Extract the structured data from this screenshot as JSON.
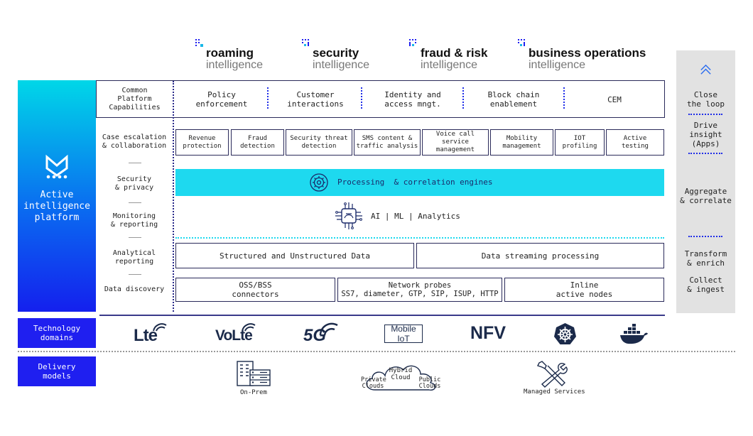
{
  "headings": [
    {
      "main": "roaming",
      "sub": "intelligence"
    },
    {
      "main": "security",
      "sub": "intelligence"
    },
    {
      "main": "fraud & risk",
      "sub": "intelligence"
    },
    {
      "main": "business operations",
      "sub": "intelligence"
    }
  ],
  "platform": {
    "label": "Active\nintelligence\nplatform"
  },
  "common": {
    "label": "Common\nPlatform\nCapabilities",
    "items": [
      "Policy\nenforcement",
      "Customer\ninteractions",
      "Identity and\naccess mngt.",
      "Block chain\nenablement",
      "CEM"
    ]
  },
  "categories": [
    "Case escalation\n& collaboration",
    "Security\n& privacy",
    "Monitoring\n& reporting",
    "Analytical\nreporting",
    "Data discovery"
  ],
  "use_cases": [
    "Revenue\nprotection",
    "Fraud\ndetection",
    "Security threat\ndetection",
    "SMS content &\ntraffic analysis",
    "Voice call service\nmanagement",
    "Mobility\nmanagement",
    "IOT\nprofiling",
    "Active\ntesting"
  ],
  "processing": {
    "label": "Processing  & correlation engines"
  },
  "ai": {
    "label": "AI | ML | Analytics"
  },
  "data": {
    "structured": "Structured and Unstructured Data",
    "streaming": "Data streaming processing"
  },
  "sources": {
    "oss": "OSS/BSS\nconnectors",
    "probes": "Network probes\nSS7, diameter, GTP, SIP, ISUP, HTTP",
    "inline": "Inline\nactive nodes"
  },
  "right": {
    "close": "Close\nthe loop",
    "drive": "Drive\ninsight\n(Apps)",
    "aggregate": "Aggregate\n& correlate",
    "transform": "Transform\n& enrich",
    "collect": "Collect\n& ingest"
  },
  "technology": {
    "label": "Technology\ndomains",
    "logos": [
      "Lte",
      "VoLte",
      "5G",
      "Mobile IoT",
      "NFV"
    ],
    "icons": [
      "kubernetes-icon",
      "docker-icon"
    ]
  },
  "delivery": {
    "label": "Delivery\nmodels",
    "onprem": "On-Prem",
    "private": "Private\nClouds",
    "hybrid": "Hybrid\nCloud",
    "public": "Public\nClouds",
    "managed": "Managed Services"
  },
  "colors": {
    "accent_blue": "#1f1ff0",
    "cyan": "#1ed9ef",
    "dark_line": "#2a2a5a",
    "panel_grey": "#e2e2e2"
  }
}
